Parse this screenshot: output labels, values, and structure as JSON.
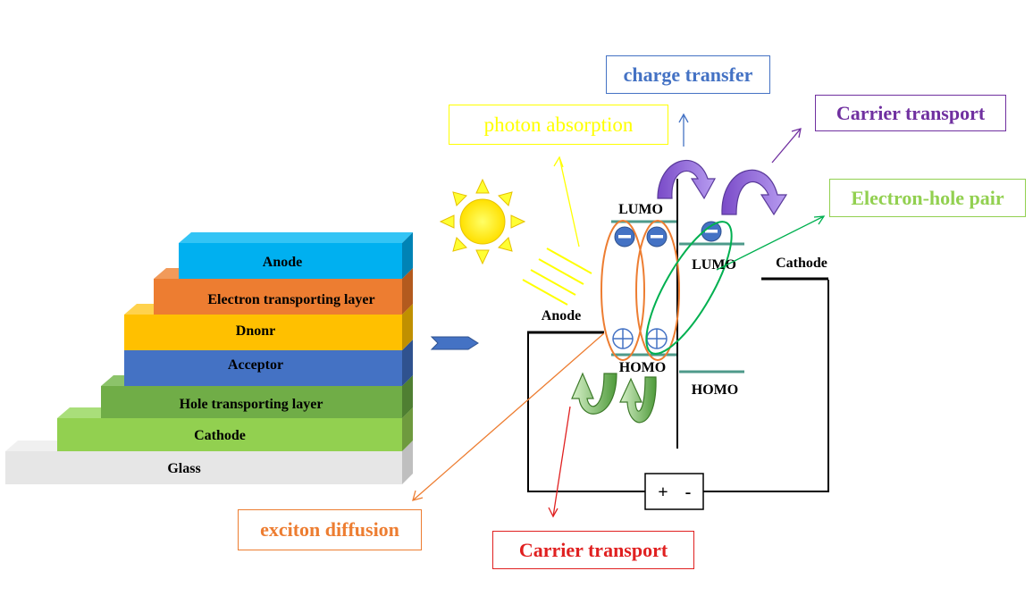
{
  "layer_stack": {
    "layers": [
      {
        "label": "Anode",
        "color": "#00b0f0"
      },
      {
        "label": "Electron transporting layer",
        "color": "#ed7d31"
      },
      {
        "label": "Dnonr",
        "color": "#ffc000"
      },
      {
        "label": "Acceptor",
        "color": "#4472c4"
      },
      {
        "label": "Hole transporting layer",
        "color": "#70ad47"
      },
      {
        "label": "Cathode",
        "color": "#92d050"
      },
      {
        "label": "Glass",
        "color": "#e6e6e6"
      }
    ]
  },
  "energy_diagram": {
    "anode_label": "Anode",
    "cathode_label": "Cathode",
    "donor_lumo": "LUMO",
    "donor_homo": "HOMO",
    "acceptor_lumo": "LUMO",
    "acceptor_homo": "HOMO",
    "battery_plus": "+",
    "battery_minus": "-"
  },
  "annotations": {
    "photon_absorption": {
      "text": "photon absorption",
      "color": "#ffff00"
    },
    "charge_transfer": {
      "text": "charge transfer",
      "color": "#4472c4"
    },
    "carrier_transport_top": {
      "text": "Carrier transport",
      "color": "#7030a0"
    },
    "electron_hole_pair": {
      "text": "Electron-hole pair",
      "color": "#92d050"
    },
    "exciton_diffusion": {
      "text": "exciton diffusion",
      "color": "#ed7d31"
    },
    "carrier_transport_bottom": {
      "text": "Carrier transport",
      "color": "#e02020"
    }
  }
}
